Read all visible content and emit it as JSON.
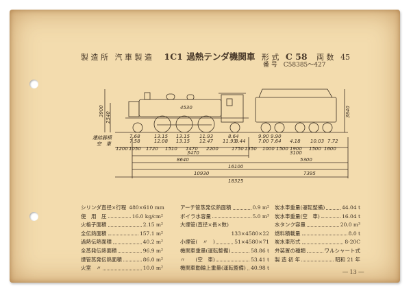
{
  "header": {
    "manufacturer_label": "製 造 所",
    "manufacturer": "汽 車 製 造",
    "wheel_arrangement": "1C1",
    "locomotive_type": "過熱テンダ機関車",
    "model_label": "形 式",
    "model": "C 58",
    "count_label": "両 数",
    "count": "45",
    "serial_label": "番 号",
    "serial": "C58385～427"
  },
  "drawing": {
    "left_label_1": "連結器槓",
    "left_label_2": "空　車",
    "boiler_dim": "4530",
    "top_weights": [
      "7.68",
      "13.15",
      "13.15",
      "11.93",
      "8.64",
      "9.90",
      "9.90"
    ],
    "bottom_weights_loco": [
      "7.58",
      "12.08",
      "13.15",
      "12.47",
      "11.93",
      "8.44"
    ],
    "bottom_weights_tender": [
      "7.00",
      "7.64",
      "4.18",
      "10.03",
      "7.72"
    ],
    "spacing_loco": [
      "1200",
      "1050",
      "1720",
      "1510",
      "1470",
      "2200",
      "1750",
      "1350"
    ],
    "spacing_tender": [
      "1000",
      "1500",
      "1900",
      "1500",
      "1600"
    ],
    "dim_3470": "3470",
    "dim_3100": "3100",
    "dim_8640": "8640",
    "dim_5300": "5300",
    "dim_16100": "16100",
    "dim_10930": "10930",
    "dim_7395": "7395",
    "dim_18325": "18325",
    "height_left": "3900",
    "height_left2": "2540",
    "height_right": "3840"
  },
  "specs": {
    "col1": [
      {
        "label": "シリンダ直径×行程",
        "value": "480×610 mm"
      },
      {
        "label": "使　用　圧",
        "value": "16.0 kg/cm²"
      },
      {
        "label": "火格子面積",
        "value": "2.15 m²"
      },
      {
        "label": "全伝熱面積",
        "value": "157.1 m²"
      },
      {
        "label": "過熱伝熱面積",
        "value": "40.2 m²"
      },
      {
        "label": "全蒸発伝熱面積",
        "value": "96.9 m²"
      },
      {
        "label": "煙管蒸発伝熱面積",
        "value": "86.0 m²"
      },
      {
        "label": "火室　〃",
        "value": "10.0 m²"
      }
    ],
    "col2": [
      {
        "label": "アーチ管蒸発伝熱面積",
        "value": "0.9 m²"
      },
      {
        "label": "ボイラ水容量",
        "value": "5.0 m³"
      },
      {
        "label": "大煙管(直径×長×数)",
        "value": ""
      },
      {
        "label": "",
        "value": "133×4580×22"
      },
      {
        "label": "小煙管(　〃　)",
        "value": "51×4580×71"
      },
      {
        "label": "機関車重量(運転整備)",
        "value": "58.86 t"
      },
      {
        "label": "〃　　(空　車)",
        "value": "53.41 t"
      },
      {
        "label": "機関車動輪上重量(運転整備)",
        "value": "40.98 t"
      }
    ],
    "col3": [
      {
        "label": "炭水車重量(運転整備)",
        "value": "44.04 t"
      },
      {
        "label": "炭水車重量(空　車)",
        "value": "16.04 t"
      },
      {
        "label": "水タンク容量",
        "value": "20.0 m³"
      },
      {
        "label": "燃料積載量",
        "value": "8.0 t"
      },
      {
        "label": "炭水車形式",
        "value": "8-20C"
      },
      {
        "label": "弁装置の種類",
        "value": "ワルシャート式"
      },
      {
        "label": "製 造 初 年",
        "value": "昭和 21 年"
      }
    ]
  },
  "page_number": "― 13 ―"
}
